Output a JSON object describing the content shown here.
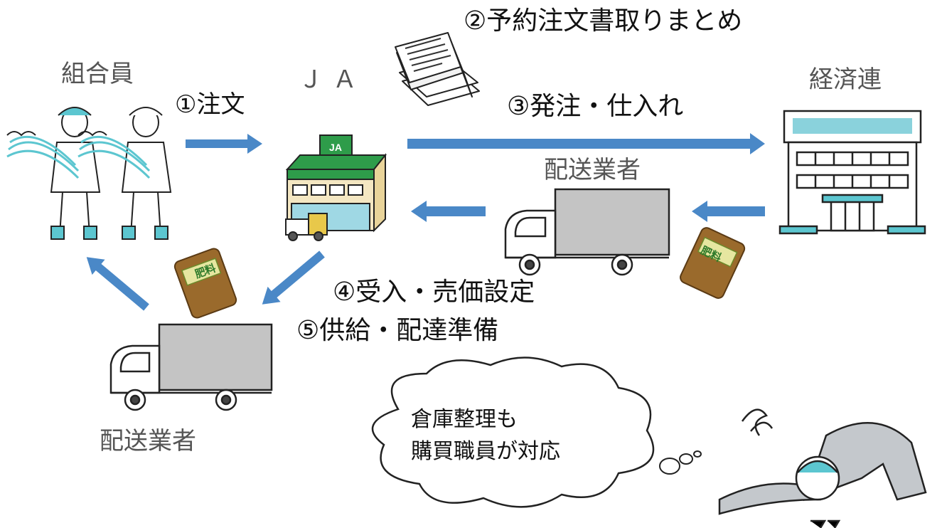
{
  "actors": {
    "members": "組合員",
    "ja": "ＪＡ",
    "federation": "経済連",
    "carrier_upper": "配送業者",
    "carrier_lower": "配送業者"
  },
  "steps": {
    "step1": "①注文",
    "step2": "②予約注文書取りまとめ",
    "step3": "③発注・仕入れ",
    "step4": "④受入・売価設定",
    "step5": "⑤供給・配達準備"
  },
  "fertilizer_label": "肥料",
  "thought_bubble": {
    "line1": "倉庫整理も",
    "line2": "購買職員が対応"
  },
  "colors": {
    "arrow": "#4a88c7",
    "ja_green": "#2e9c4a",
    "teal": "#5cc6d0",
    "bag_brown": "#9a6a2c"
  }
}
